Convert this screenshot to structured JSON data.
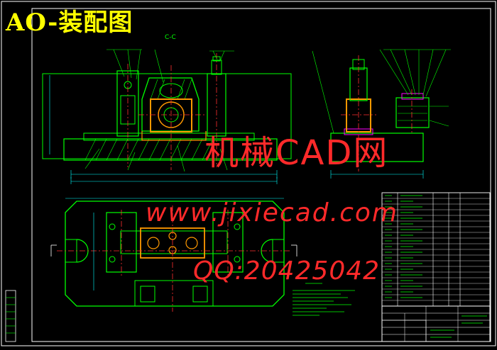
{
  "drawing": {
    "title": "AO-装配图",
    "section_label": "C-C"
  },
  "watermark": {
    "line1": "机械CAD网",
    "line2": "www.jixiecad.com",
    "line3": "QQ:20425042"
  },
  "colors": {
    "background": "#000000",
    "frame": "#ffffff",
    "outline": "#00ff00",
    "centerline": "#ff3030",
    "bearing": "#ff9900",
    "title_text": "#ffff00",
    "dimension": "#00ffff",
    "part_accent": "#ff00ff",
    "watermark": "#ff2a2a"
  }
}
